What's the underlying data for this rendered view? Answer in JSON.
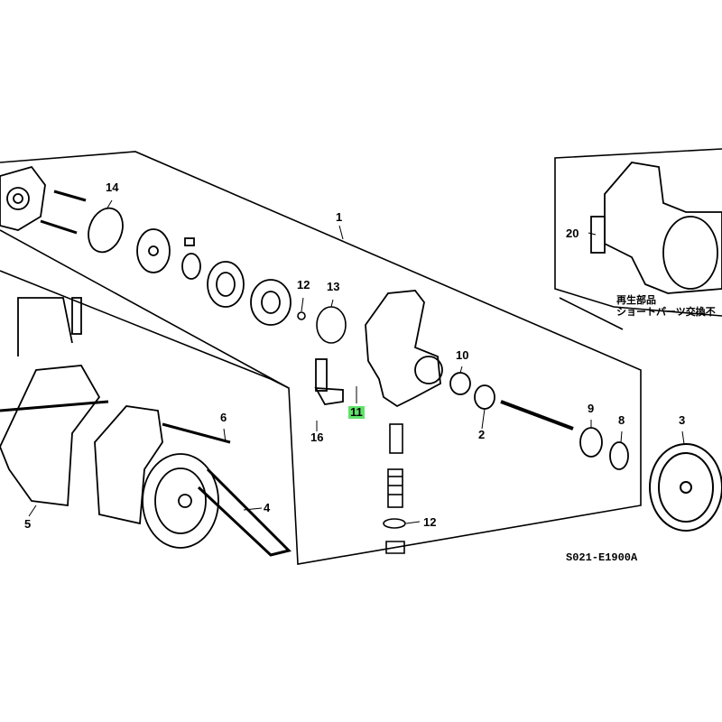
{
  "diagram": {
    "part_labels": {
      "p14": "14",
      "p1": "1",
      "p20": "20",
      "p12a": "12",
      "p13": "13",
      "p10": "10",
      "p11": "11",
      "p9": "9",
      "p8": "8",
      "p3": "3",
      "p2": "2",
      "p16": "16",
      "p6": "6",
      "p4": "4",
      "p5": "5",
      "p12b": "12"
    },
    "highlighted_part": "11",
    "highlight_color": "#5fe36a",
    "inset_note_line1": "再生部品",
    "inset_note_line2": "ショートパーツ交換不",
    "drawing_code": "S021-E1900A"
  }
}
